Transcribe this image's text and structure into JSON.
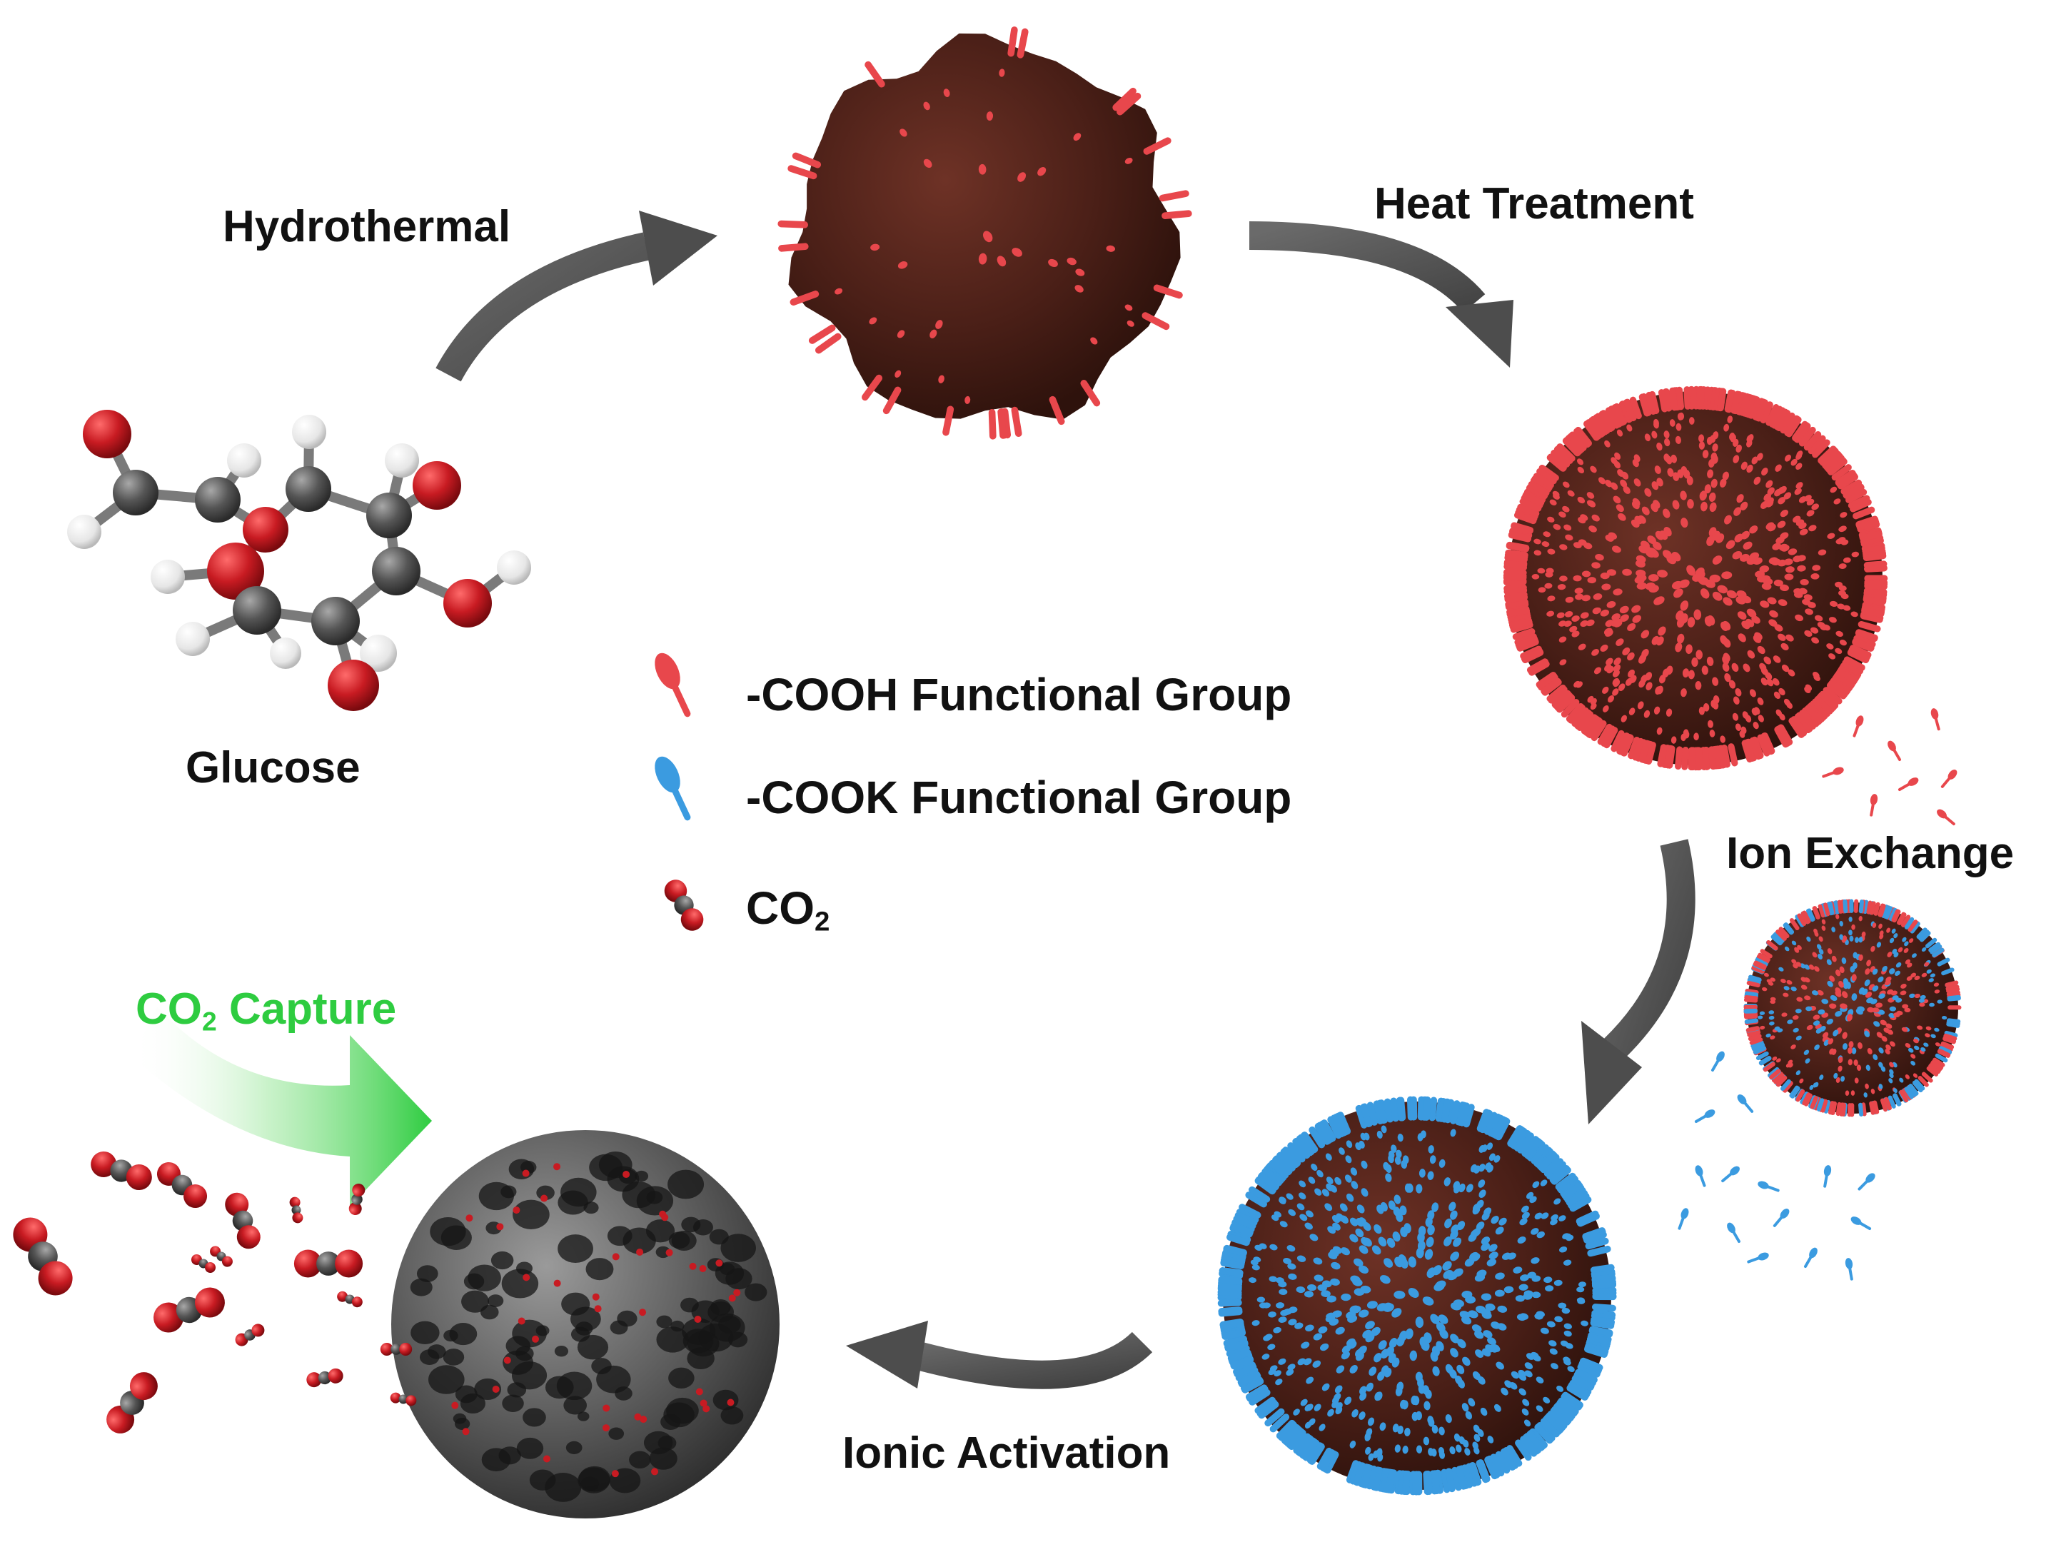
{
  "colors": {
    "cooh": "#e8474c",
    "cook": "#3b9be0",
    "carbon_core": "#4a1f17",
    "oxygen_atom": "#c81b22",
    "carbon_atom": "#555555",
    "hydrogen_atom": "#ececec",
    "arrow": "#555555",
    "capture_green": "#2ecc40"
  },
  "labels": {
    "hydrothermal": "Hydrothermal",
    "heat_treatment": "Heat Treatment",
    "glucose": "Glucose",
    "ion_exchange": "Ion Exchange",
    "ionic_activation": "Ionic Activation",
    "capture_prefix": "CO",
    "capture_sub": "2",
    "capture_suffix": " Capture"
  },
  "legend": {
    "cooh": "-COOH Functional Group",
    "cook": "-COOK Functional Group",
    "co2_prefix": "CO",
    "co2_sub": "2"
  }
}
